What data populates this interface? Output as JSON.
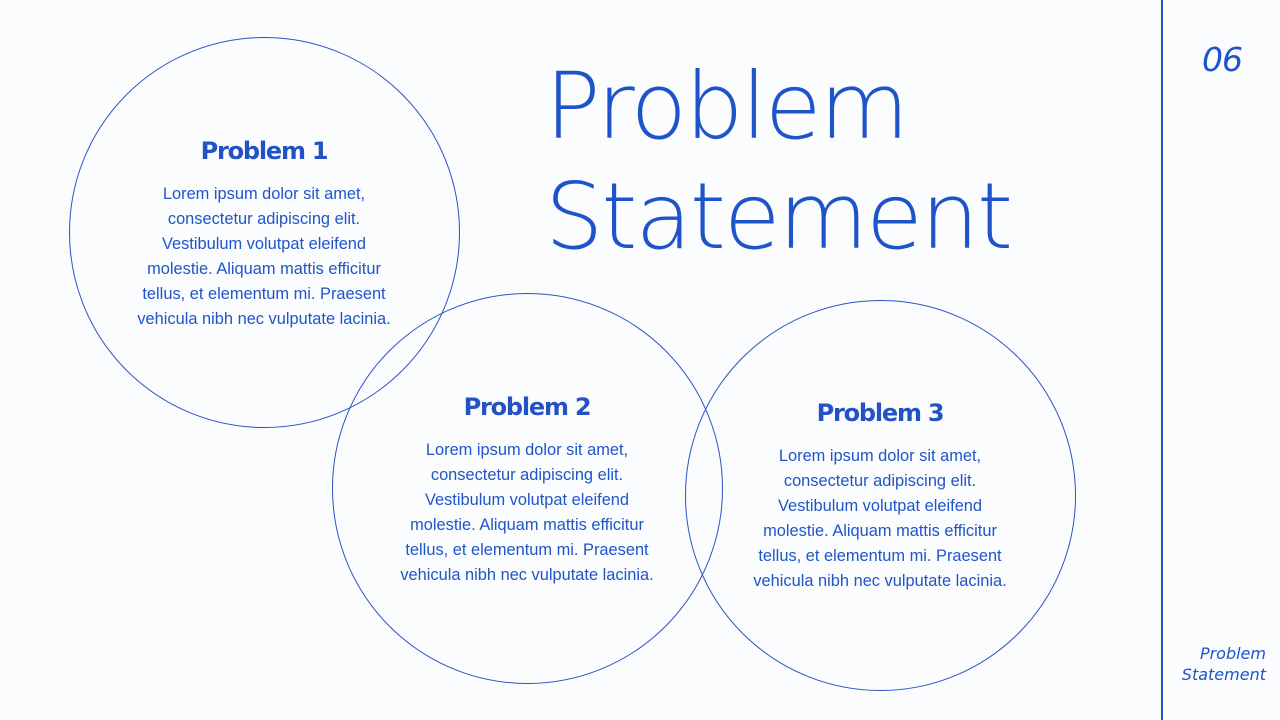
{
  "slide": {
    "title_line1": "Problem",
    "title_line2": "Statement",
    "page_number": "06",
    "footer_line1": "Problem",
    "footer_line2": "Statement",
    "accent_color": "#1e54c9",
    "background_color": "#fbfcfe"
  },
  "problems": [
    {
      "title": "Problem 1",
      "lines": [
        "Lorem ipsum dolor sit amet,",
        "consectetur adipiscing elit.",
        "Vestibulum volutpat eleifend",
        "molestie. Aliquam mattis efficitur",
        "tellus, et elementum mi. Praesent",
        "vehicula nibh nec vulputate lacinia."
      ]
    },
    {
      "title": "Problem 2",
      "lines": [
        "Lorem ipsum dolor sit amet,",
        "consectetur adipiscing elit.",
        "Vestibulum volutpat eleifend",
        "molestie. Aliquam mattis efficitur",
        "tellus, et elementum mi. Praesent",
        "vehicula nibh nec vulputate lacinia."
      ]
    },
    {
      "title": "Problem 3",
      "lines": [
        "Lorem ipsum dolor sit amet,",
        "consectetur adipiscing elit.",
        "Vestibulum volutpat eleifend",
        "molestie. Aliquam mattis efficitur",
        "tellus, et elementum mi. Praesent",
        "vehicula nibh nec vulputate lacinia."
      ]
    }
  ]
}
